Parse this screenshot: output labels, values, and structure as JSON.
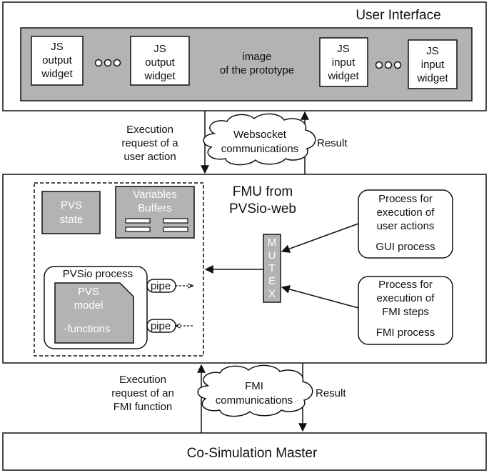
{
  "ui": {
    "title": "User Interface",
    "prototype_label": [
      "image",
      "of the prototype"
    ],
    "widgets": [
      {
        "lines": [
          "JS",
          "output",
          "widget"
        ]
      },
      {
        "lines": [
          "JS",
          "output",
          "widget"
        ]
      },
      {
        "lines": [
          "JS",
          "input",
          "widget"
        ]
      },
      {
        "lines": [
          "JS",
          "input",
          "widget"
        ]
      }
    ]
  },
  "top_link": {
    "request": [
      "Execution",
      "request of a",
      "user action"
    ],
    "cloud": [
      "Websocket",
      "communications"
    ],
    "result": "Result"
  },
  "fmu": {
    "title": [
      "FMU from",
      "PVSio-web"
    ],
    "pvs_state": [
      "PVS",
      "state"
    ],
    "variables": [
      "Variables",
      "Buffers"
    ],
    "pvsio_process": "PVSio process",
    "pvs_model": [
      "PVS",
      "model",
      "-functions"
    ],
    "pipe": "pipe",
    "mutex": [
      "M",
      "U",
      "T",
      "E",
      "X"
    ],
    "gui_process": [
      "Process for",
      "execution of",
      "user actions",
      "GUI process"
    ],
    "fmi_process": [
      "Process for",
      "execution of",
      "FMI steps",
      "FMI process"
    ]
  },
  "bottom_link": {
    "request": [
      "Execution",
      "request of an",
      "FMI function"
    ],
    "cloud": [
      "FMI",
      "communications"
    ],
    "result": "Result"
  },
  "master": {
    "title": "Co-Simulation Master"
  },
  "colors": {
    "gray": "#b3b3b3",
    "line": "#111111"
  }
}
